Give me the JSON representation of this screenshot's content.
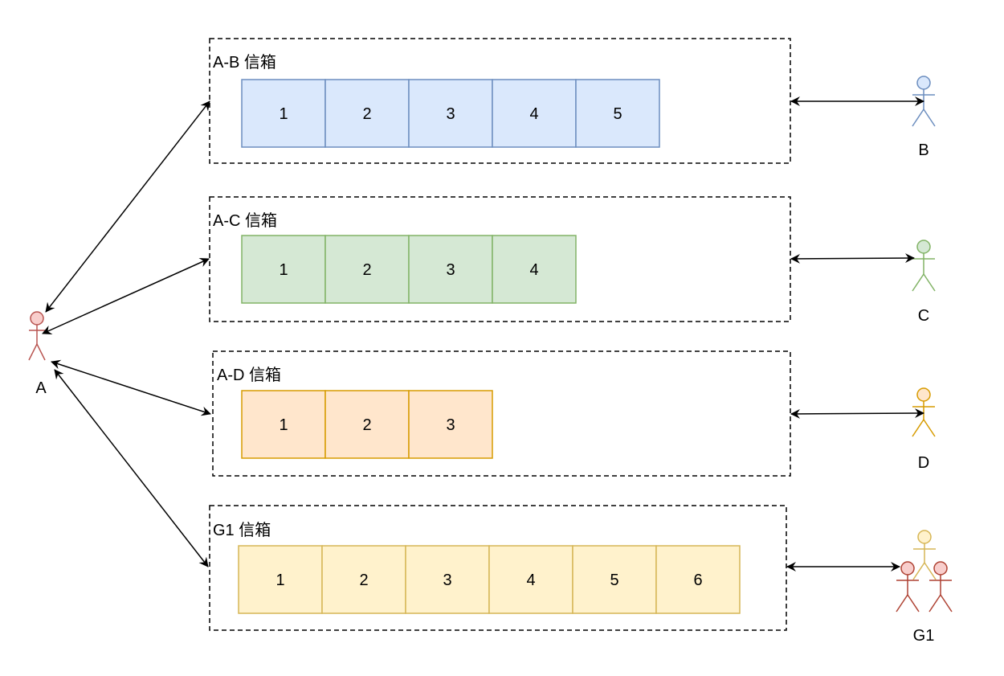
{
  "mailboxes": [
    {
      "title": "A-B 信箱",
      "cells": [
        "1",
        "2",
        "3",
        "4",
        "5"
      ],
      "fill": "#dae8fc",
      "stroke": "#6c8ebf"
    },
    {
      "title": "A-C 信箱",
      "cells": [
        "1",
        "2",
        "3",
        "4"
      ],
      "fill": "#d5e8d4",
      "stroke": "#82b366"
    },
    {
      "title": "A-D 信箱",
      "cells": [
        "1",
        "2",
        "3"
      ],
      "fill": "#ffe6cc",
      "stroke": "#d79b00"
    },
    {
      "title": "G1 信箱",
      "cells": [
        "1",
        "2",
        "3",
        "4",
        "5",
        "6"
      ],
      "fill": "#fff2cc",
      "stroke": "#d6b656"
    }
  ],
  "actors": {
    "a": {
      "label": "A",
      "fill": "#f8cecc",
      "stroke": "#b85450"
    },
    "b": {
      "label": "B",
      "fill": "#dae8fc",
      "stroke": "#6c8ebf"
    },
    "c": {
      "label": "C",
      "fill": "#d5e8d4",
      "stroke": "#82b366"
    },
    "d": {
      "label": "D",
      "fill": "#ffe6cc",
      "stroke": "#d79b00"
    },
    "g1": {
      "label": "G1",
      "member_fills": [
        "#fff2cc",
        "#f8cecc",
        "#f8cecc"
      ],
      "member_strokes": [
        "#d6b656",
        "#ae4132",
        "#ae4132"
      ]
    }
  }
}
